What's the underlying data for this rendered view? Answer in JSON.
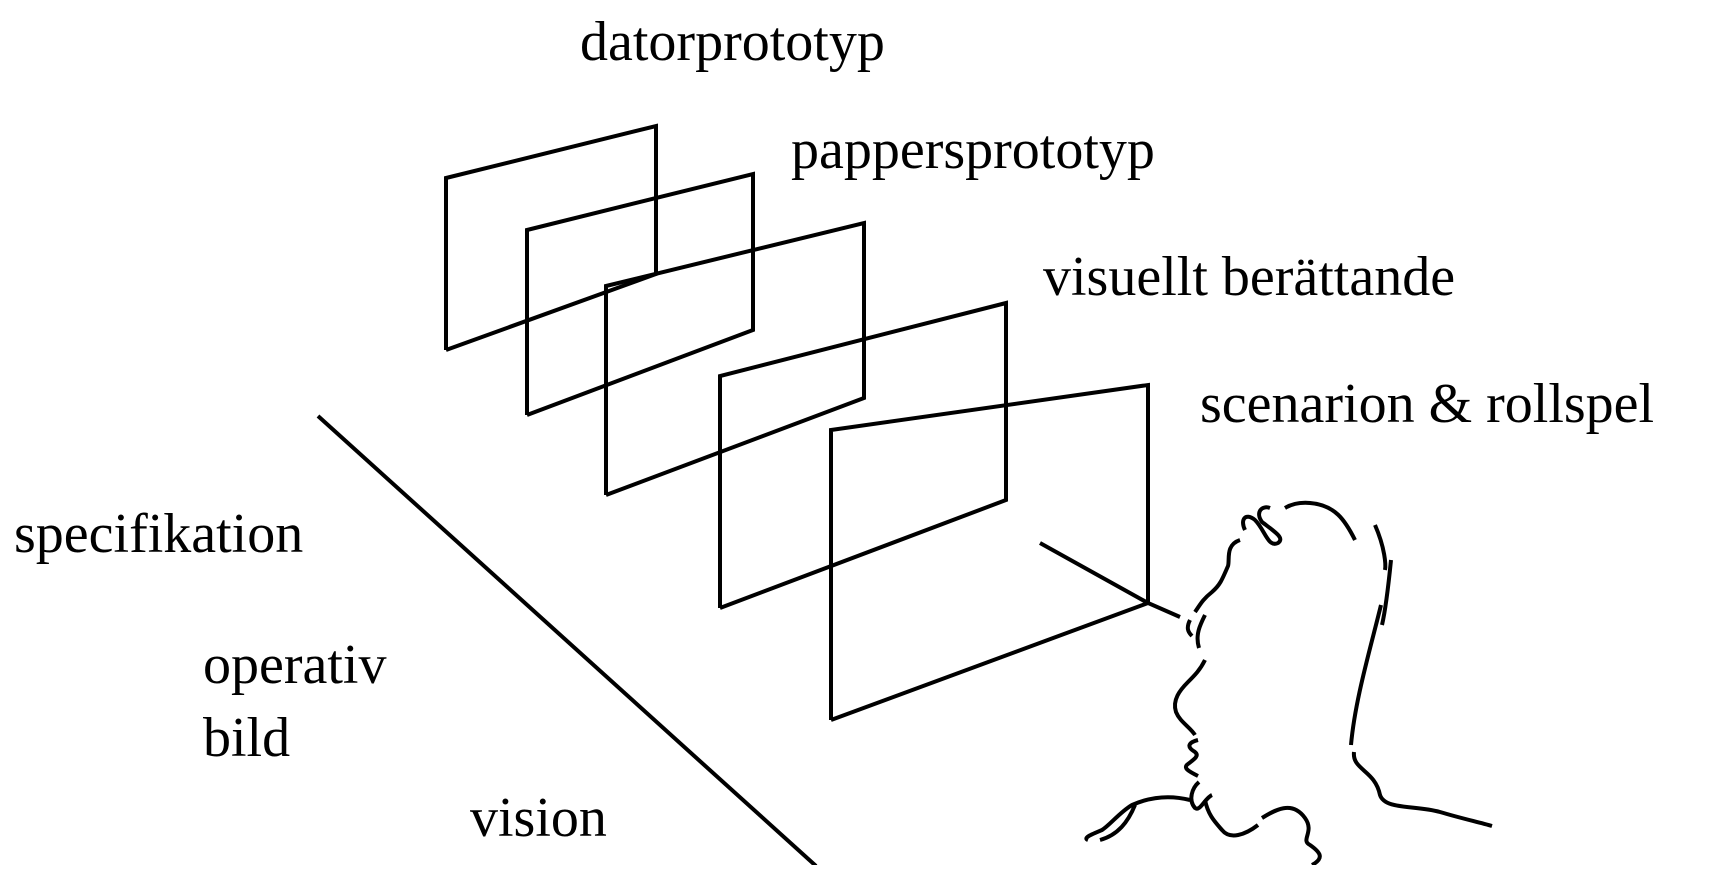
{
  "labels": {
    "datorprototyp": "datorprototyp",
    "pappersprototyp": "pappersprototyp",
    "visuellt": "visuellt berättande",
    "scenarion": "scenarion & rollspel",
    "specifikation": "specifikation",
    "operativ": "operativ",
    "bild": "bild",
    "vision": "vision"
  },
  "colors": {
    "ink": "#000000",
    "background": "#ffffff"
  }
}
